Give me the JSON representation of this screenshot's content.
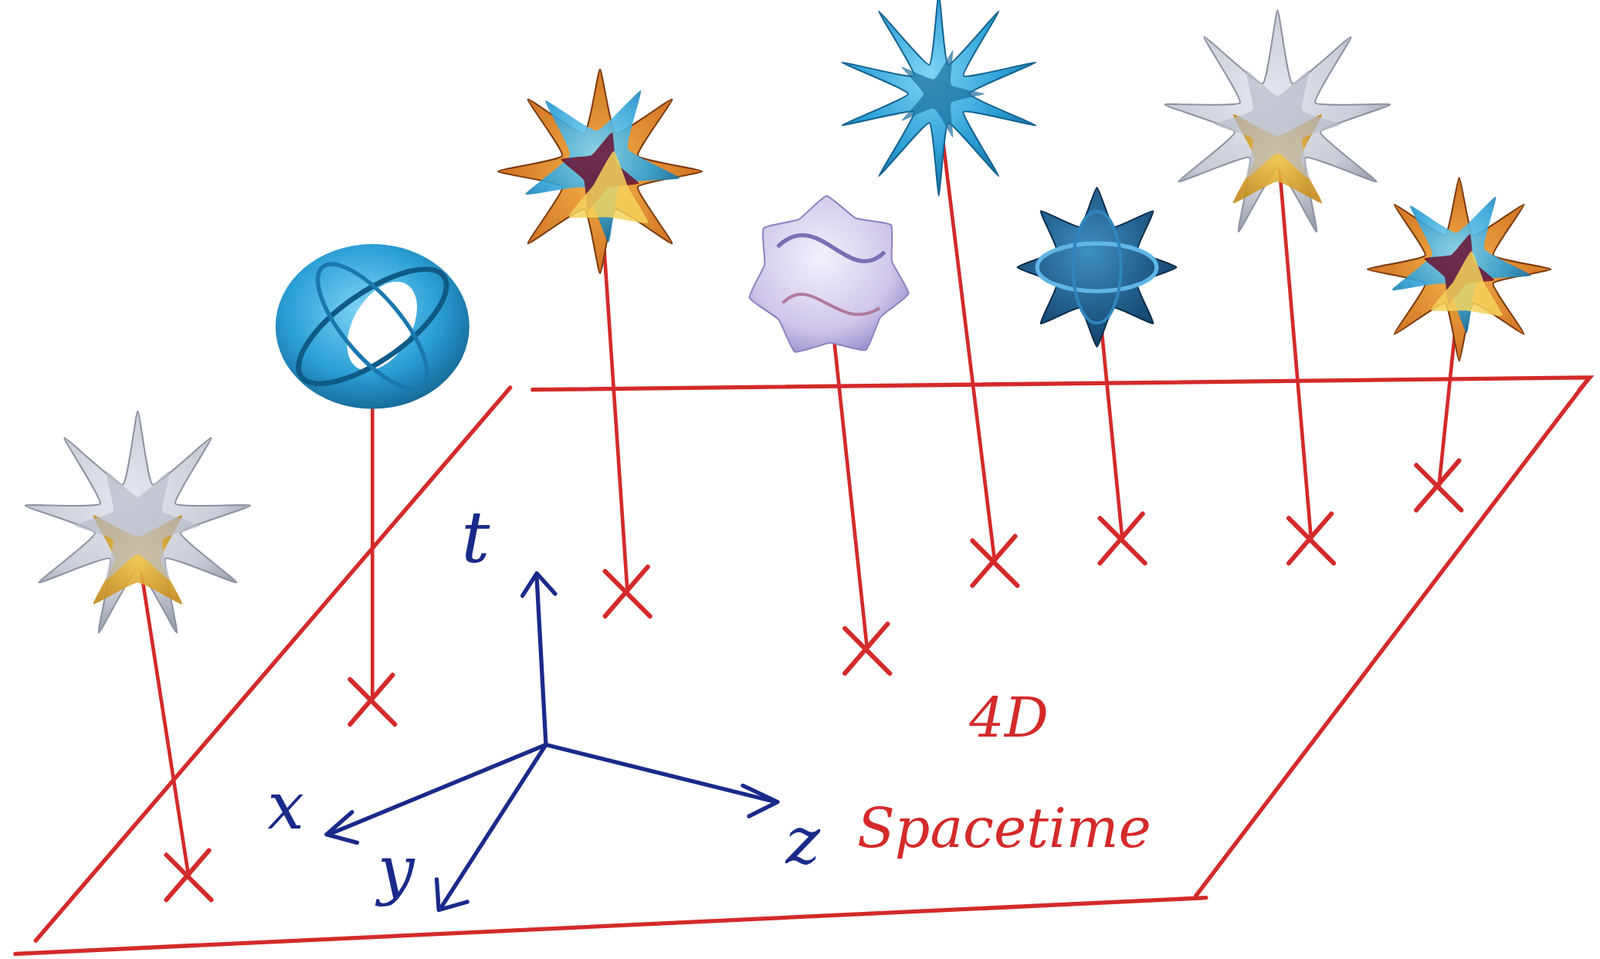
{
  "diagram": {
    "labels": [
      "t",
      "x",
      "y",
      "z",
      "4D Spacetime"
    ]
  }
}
